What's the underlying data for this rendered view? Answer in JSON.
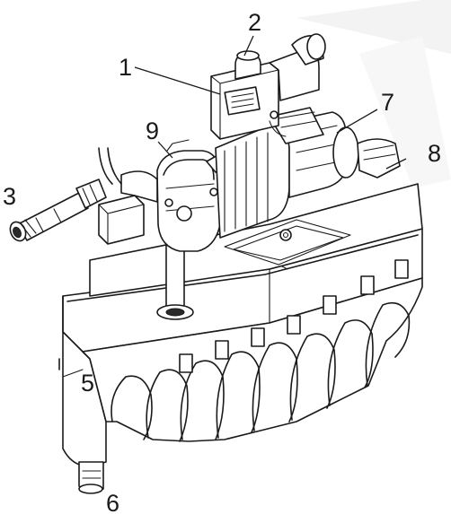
{
  "callouts": [
    {
      "id": "1",
      "label": "1"
    },
    {
      "id": "2",
      "label": "2"
    },
    {
      "id": "3",
      "label": "3"
    },
    {
      "id": "5",
      "label": "5"
    },
    {
      "id": "6",
      "label": "6"
    },
    {
      "id": "7",
      "label": "7"
    },
    {
      "id": "8",
      "label": "8"
    },
    {
      "id": "9",
      "label": "9"
    }
  ],
  "colors": {
    "line": "#1a1a1a",
    "background": "#ffffff"
  }
}
